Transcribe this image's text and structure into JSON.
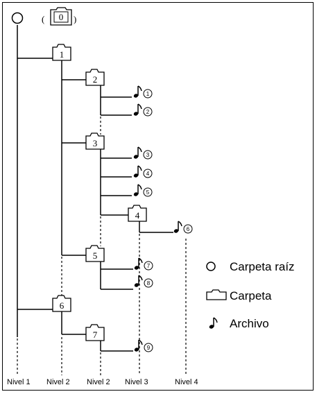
{
  "root_folder_label": "0",
  "folders": [
    {
      "id": "1",
      "label": "1"
    },
    {
      "id": "2",
      "label": "2"
    },
    {
      "id": "3",
      "label": "3"
    },
    {
      "id": "4",
      "label": "4"
    },
    {
      "id": "5",
      "label": "5"
    },
    {
      "id": "6",
      "label": "6"
    },
    {
      "id": "7",
      "label": "7"
    }
  ],
  "files": [
    {
      "label": "1"
    },
    {
      "label": "2"
    },
    {
      "label": "3"
    },
    {
      "label": "4"
    },
    {
      "label": "5"
    },
    {
      "label": "6"
    },
    {
      "label": "7"
    },
    {
      "label": "8"
    },
    {
      "label": "9"
    }
  ],
  "levels": [
    "Nivel 1",
    "Nivel 2",
    "Nivel 2",
    "Nivel 3",
    "Nivel 4"
  ],
  "legend": {
    "root": "Carpeta raíz",
    "folder": "Carpeta",
    "file": "Archivo"
  }
}
